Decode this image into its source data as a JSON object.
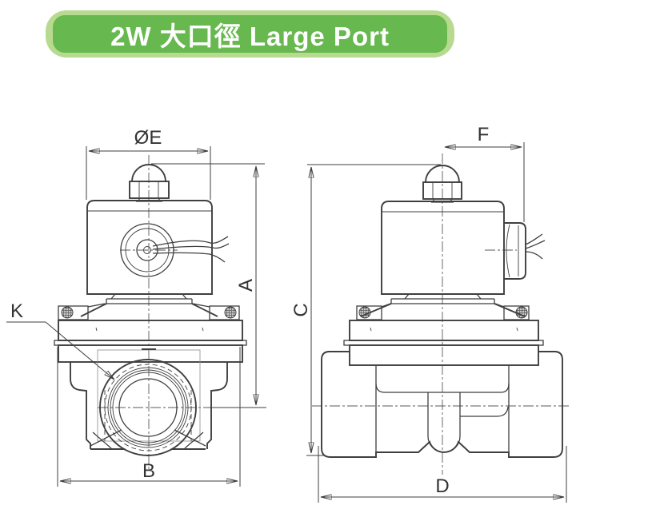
{
  "header": {
    "title": "2W 大口徑 Large Port"
  },
  "colors": {
    "banner-outer": "#b7da90",
    "banner-inner": "#67b84e",
    "banner-text": "#ffffff",
    "line": "#3f3f3f"
  },
  "drawing": {
    "front_view": {
      "dim_diameter": "ØE",
      "dim_height": "A",
      "dim_width": "B",
      "port_label": "K"
    },
    "side_view": {
      "dim_offset": "F",
      "dim_height": "C",
      "dim_width": "D"
    }
  }
}
